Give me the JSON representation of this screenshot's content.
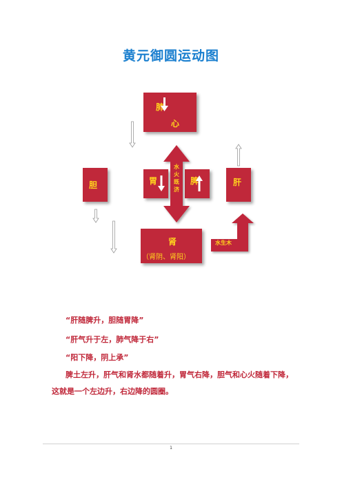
{
  "title": "黄元御圆运动图",
  "diagram": {
    "lung": "肺",
    "heart": "心",
    "gallbladder": "胆",
    "stomach": "胃",
    "spleen": "脾",
    "liver": "肝",
    "kidney": "肾",
    "kidney_sub": "（肾阴、肾阳）",
    "water_fire": [
      "水",
      "火",
      "既",
      "济"
    ],
    "water_wood": "水生木"
  },
  "text": {
    "line1": "“肝随脾升，胆随胃降”",
    "line2": "“肝气升于左，肺气降于右”",
    "line3": "“阳下降，阴上承”",
    "paragraph": "脾土左升，肝气和肾水都随着升，胃气右降，胆气和心火随着下降，这就是一个左边升，右边降的圆圈。"
  },
  "footer": {
    "page": "1"
  },
  "colors": {
    "title": "#1a7fcf",
    "box": "#c0283a",
    "box_text": "#ffd21e",
    "body_text": "#c0283a"
  }
}
